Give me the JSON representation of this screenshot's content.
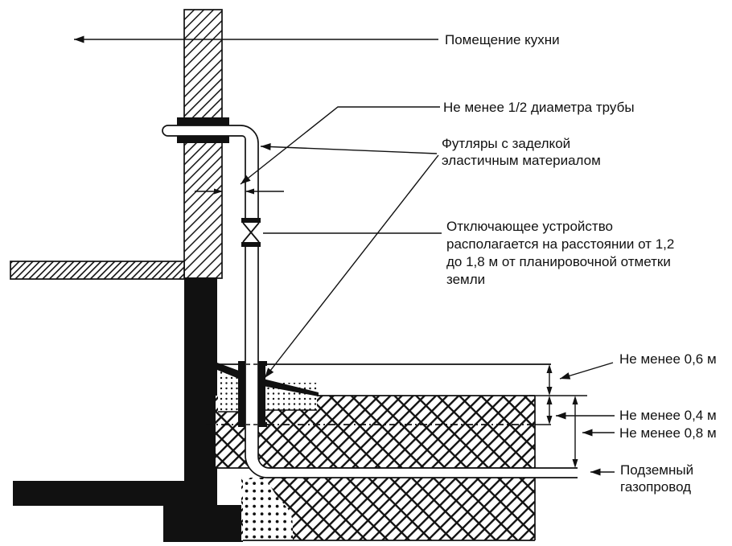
{
  "figure": {
    "kind": "technical-drawing",
    "subject": "gas service line entry into building (section view)"
  },
  "labels": {
    "kitchen": "Помещение кухни",
    "half_diameter": "Не менее 1/2 диаметра трубы",
    "sleeves": [
      "Футляры с заделкой",
      "эластичным материалом"
    ],
    "shutoff": [
      "Отключающее устройство",
      "располагается на расстоянии от 1,2",
      "до 1,8 м от планировочной отметки",
      "земли"
    ],
    "min_06": "Не менее 0,6 м",
    "min_04": "Не менее 0,4 м",
    "min_08": "Не менее 0,8 м",
    "underground": [
      "Подземный",
      "газопровод"
    ]
  },
  "colors": {
    "ink": "#111111",
    "paper": "#ffffff"
  }
}
